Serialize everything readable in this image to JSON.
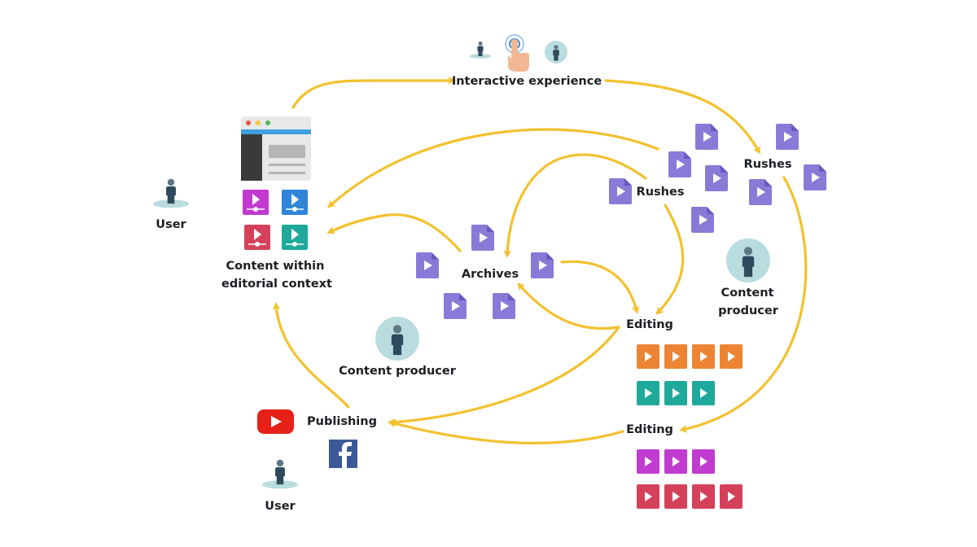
{
  "diagram": {
    "labels": {
      "interactive": "Interactive experience",
      "user_left": "User",
      "content_line1": "Content within",
      "content_line2": "editorial context",
      "archives": "Archives",
      "rushes_a": "Rushes",
      "rushes_b": "Rushes",
      "producer_center": "Content producer",
      "producer_right_line1": "Content",
      "producer_right_line2": "producer",
      "editing_a": "Editing",
      "editing_b": "Editing",
      "publishing": "Publishing",
      "user_bottom": "User"
    },
    "colors": {
      "arrow": "#f2c12e",
      "file": "#8a7ad8",
      "file_fold": "#6a58c0",
      "person": "#2f4a5c",
      "person_head": "#5f7784",
      "person_bg": "#b9dcdf",
      "orange": "#ec8433",
      "teal": "#1fa99a",
      "magenta": "#c13bd0",
      "crimson": "#d5415a",
      "blue": "#2f86d8",
      "youtube": "#e62117",
      "facebook": "#3b5998"
    },
    "nodes": [
      {
        "id": "interactive",
        "icons": [
          "user-icon",
          "touch-icon",
          "user-icon"
        ]
      },
      {
        "id": "content",
        "icons": [
          "browser-window-icon",
          "video-player-icon"
        ]
      },
      {
        "id": "archives",
        "icons": [
          "video-file-icon"
        ]
      },
      {
        "id": "rushes_a",
        "icons": [
          "video-file-icon"
        ]
      },
      {
        "id": "rushes_b",
        "icons": [
          "video-file-icon"
        ]
      },
      {
        "id": "editing_a",
        "icons": [
          "video-clip-icon"
        ]
      },
      {
        "id": "editing_b",
        "icons": [
          "video-clip-icon"
        ]
      },
      {
        "id": "publishing",
        "icons": [
          "youtube-icon",
          "facebook-icon"
        ]
      }
    ],
    "edges": [
      {
        "from": "content",
        "to": "interactive"
      },
      {
        "from": "interactive",
        "to": "rushes_b"
      },
      {
        "from": "rushes_a",
        "to": "content"
      },
      {
        "from": "archives",
        "to": "content"
      },
      {
        "from": "rushes_a",
        "to": "archives"
      },
      {
        "from": "rushes_a",
        "to": "editing_a"
      },
      {
        "from": "archives",
        "to": "editing_a"
      },
      {
        "from": "editing_a",
        "to": "archives"
      },
      {
        "from": "editing_a",
        "to": "publishing"
      },
      {
        "from": "editing_b",
        "to": "publishing"
      },
      {
        "from": "rushes_b",
        "to": "editing_b"
      },
      {
        "from": "publishing",
        "to": "content"
      }
    ],
    "clip_groups": {
      "editing_a": [
        [
          "orange",
          "orange",
          "orange",
          "orange"
        ],
        [
          "teal",
          "teal",
          "teal"
        ]
      ],
      "editing_b": [
        [
          "magenta",
          "magenta",
          "magenta"
        ],
        [
          "crimson",
          "crimson",
          "crimson",
          "crimson"
        ]
      ],
      "content_players": [
        "magenta",
        "blue",
        "crimson",
        "teal"
      ]
    }
  }
}
